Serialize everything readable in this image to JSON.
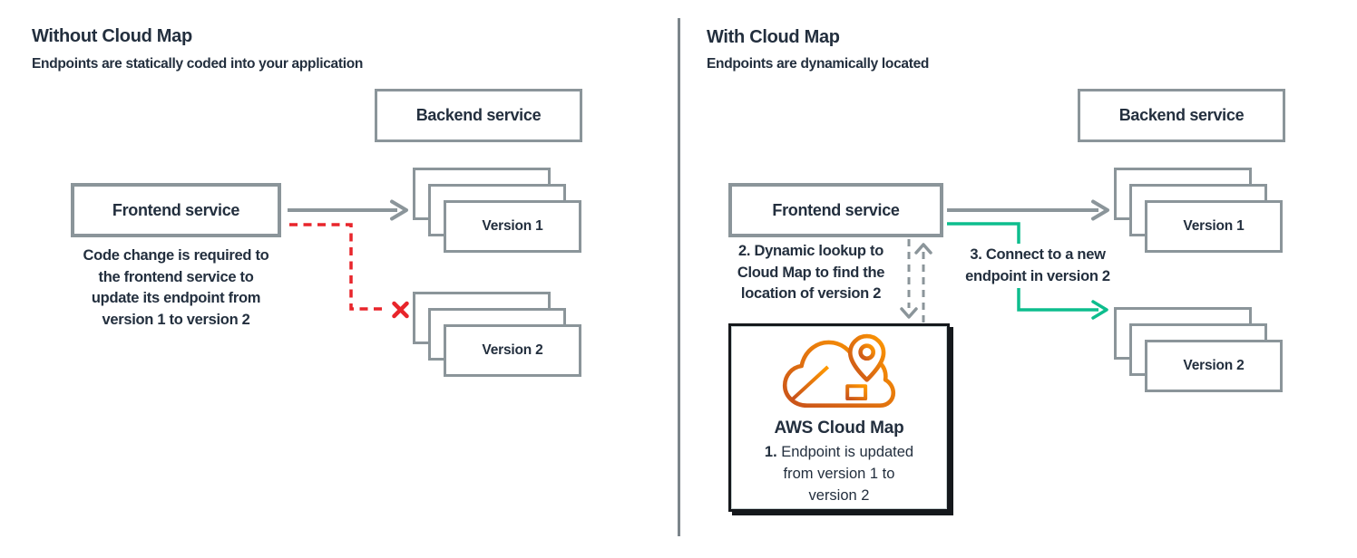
{
  "left_panel": {
    "title": "Without Cloud Map",
    "subtitle": "Endpoints are statically coded into your application",
    "backend_box": {
      "label": "Backend service"
    },
    "frontend_box": {
      "label": "Frontend service"
    },
    "version1_stack": {
      "label": "Version 1"
    },
    "version2_stack": {
      "label": "Version 2"
    },
    "caption_lines": [
      "Code change is required to",
      "the frontend service to",
      "update its endpoint from",
      "version 1 to version 2"
    ]
  },
  "right_panel": {
    "title": "With Cloud Map",
    "subtitle": "Endpoints are dynamically located",
    "backend_box": {
      "label": "Backend service"
    },
    "frontend_box": {
      "label": "Frontend service"
    },
    "version1_stack": {
      "label": "Version 1"
    },
    "version2_stack": {
      "label": "Version 2"
    },
    "step2": {
      "prefix": "2.",
      "lines": [
        " Dynamic lookup to",
        "Cloud Map to find the",
        "location of version 2"
      ]
    },
    "step3": {
      "prefix": "3.",
      "lines": [
        " Connect to a new",
        "endpoint in version 2"
      ]
    },
    "cloud_map_box": {
      "title": "AWS Cloud Map",
      "step1": {
        "prefix": "1.",
        "lines": [
          " Endpoint is updated",
          "from version 1 to",
          "version 2"
        ]
      }
    }
  },
  "icons": {
    "cloud_map": "aws-cloud-map-cloud-with-location-pin",
    "blocked": "red-x-mark"
  },
  "colors": {
    "ink": "#232F3E",
    "border_gray": "#8B959A",
    "arrow_gray": "#8B959A",
    "red": "#E8252B",
    "green": "#0DBD8D",
    "divider": "#7C858B",
    "dark_box": "#15181C",
    "icon_gradient_start": "#C8511B",
    "icon_gradient_end": "#FF9900"
  }
}
